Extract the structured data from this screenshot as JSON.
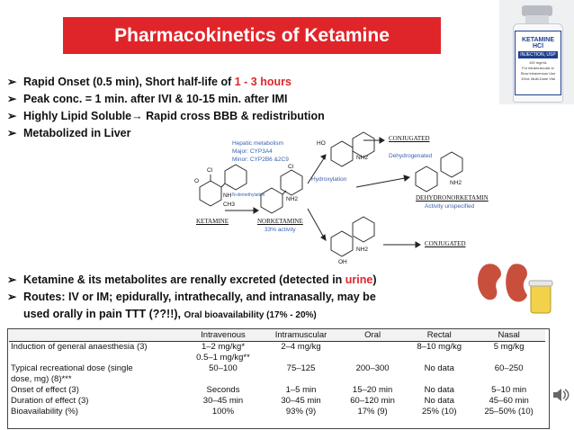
{
  "title": "Pharmacokinetics of Ketamine",
  "vial": {
    "brand": "KETAMINE HCl",
    "band": "INJECTION, USP",
    "lines": [
      "100 mg/mL",
      "For intramuscular or",
      "Slow intravenous Use",
      "10mL Multi-Dose Vial"
    ]
  },
  "bullets_top": [
    {
      "pre": "Rapid Onset (0.5 min), Short half-life of ",
      "red": "1 - 3 hours",
      "post": ""
    },
    {
      "pre": "Peak conc. = 1 min. after IVI & 10-15 min. after IMI",
      "red": "",
      "post": ""
    },
    {
      "pre": "Highly Lipid Soluble→ Rapid cross BBB &  redistribution",
      "red": "",
      "post": ""
    },
    {
      "pre": "Metabolized in Liver",
      "red": "",
      "post": ""
    }
  ],
  "diagram": {
    "hepatic_title": "Hepatic metabolism",
    "hepatic_major": "Major: CYP3A4",
    "hepatic_minor": "Minor: CYP2B6 &2C9",
    "ndemethylation": "N-demethylation",
    "hydroxylation": "Hydroxylation",
    "dehydrogenated": "Dehydrogenated",
    "conjugated_top": "CONJUGATED",
    "conjugated_bottom": "CONJUGATED",
    "dehydronorketamine": "DEHYDRONORKETAMIN",
    "activity_unspecified": "Activity unspecified",
    "ketamine": "KETAMINE",
    "norketamine": "NORKETAMINE",
    "norketamine_activity": "33% activity",
    "atoms": {
      "cl": "Cl",
      "nh": "NH",
      "ch3": "CH3",
      "nh2": "NH2",
      "ho": "HO",
      "oh": "OH",
      "o": "O"
    }
  },
  "bullets_bottom": {
    "b1_pre": "Ketamine & its metabolites are renally excreted (detected in ",
    "b1_red": "urine",
    "b1_post": ")",
    "b2_line1": "Routes: IV or IM; epidurally, intrathecally, and intranasally, may be",
    "b2_line2": "used orally in pain TTT (??!!), ",
    "b2_note": "Oral bioavailability (17% - 20%)"
  },
  "table": {
    "headers": [
      "",
      "Intravenous",
      "Intramuscular",
      "Oral",
      "Rectal",
      "Nasal"
    ],
    "rows": [
      [
        "Induction of general anaesthesia (3)",
        "1–2 mg/kg*",
        "2–4 mg/kg",
        "",
        "8–10 mg/kg",
        "5 mg/kg"
      ],
      [
        "",
        "0.5–1 mg/kg**",
        "",
        "",
        "",
        ""
      ],
      [
        "Typical recreational dose (single",
        "50–100",
        "75–125",
        "200–300",
        "No data",
        "60–250"
      ],
      [
        "    dose, mg) (8)***",
        "",
        "",
        "",
        "",
        ""
      ],
      [
        "Onset of effect (3)",
        "Seconds",
        "1–5 min",
        "15–20 min",
        "No data",
        "5–10 min"
      ],
      [
        "Duration of effect (3)",
        "30–45 min",
        "30–45 min",
        "60–120 min",
        "No data",
        "45–60 min"
      ],
      [
        "Bioavailability (%)",
        "100%",
        "93% (9)",
        "17% (9)",
        "25% (10)",
        "25–50% (10)"
      ]
    ]
  },
  "colors": {
    "accent": "#e0252a",
    "label_blue": "#3a62b0"
  }
}
